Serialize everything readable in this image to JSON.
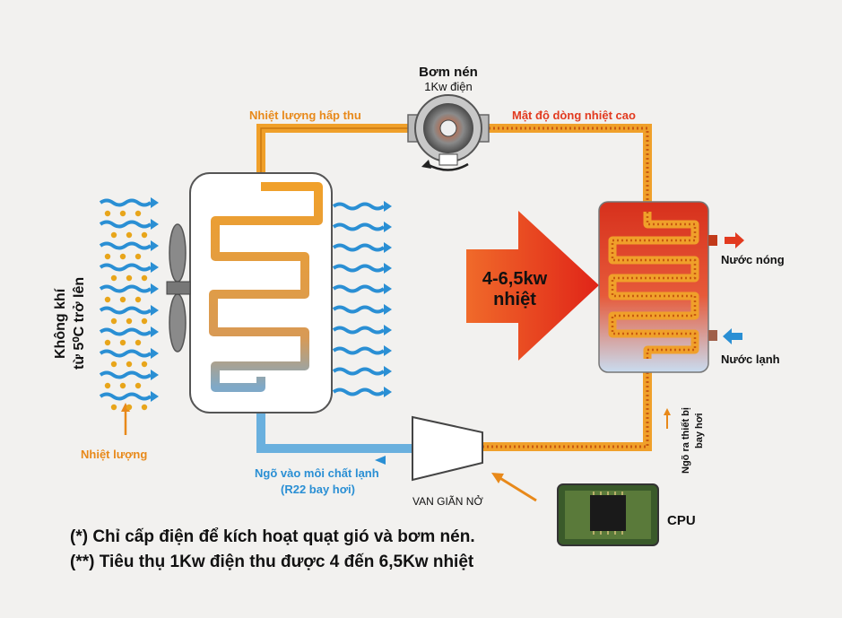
{
  "compressor": {
    "title": "Bơm nén",
    "subtitle": "1Kw điện"
  },
  "labels": {
    "heat_absorbed": "Nhiệt lượng hấp thu",
    "high_heat_density": "Mật độ dòng nhiệt cao",
    "air_line1": "Không khí",
    "air_line2": "từ 5⁰C trở lên",
    "heat_amount": "Nhiệt lượng",
    "output_heat_line1": "4-6,5kw",
    "output_heat_line2": "nhiệt",
    "hot_water": "Nước nóng",
    "cold_water": "Nước lạnh",
    "evap_out_line1": "Ngõ ra thiết bị",
    "evap_out_line2": "bay hơi",
    "refrigerant_in_line1": "Ngõ vào môi chất lạnh",
    "refrigerant_in_line2": "(R22 bay hơi)",
    "expansion_valve": "VAN GIÃN NỞ",
    "cpu": "CPU"
  },
  "notes": {
    "note1": "(*) Chỉ cấp điện để kích hoạt quạt gió và bơm nén.",
    "note2": "(**) Tiêu thụ 1Kw điện thu được 4 đến 6,5Kw nhiệt"
  },
  "colors": {
    "pipe_orange": "#f0a02a",
    "pipe_blue": "#6ab0de",
    "arrow_blue": "#2a8fd4",
    "arrow_red": "#e23a1f",
    "hot_red": "#e23a1f",
    "label_orange": "#e8891a",
    "label_blue": "#2a8fd4"
  }
}
